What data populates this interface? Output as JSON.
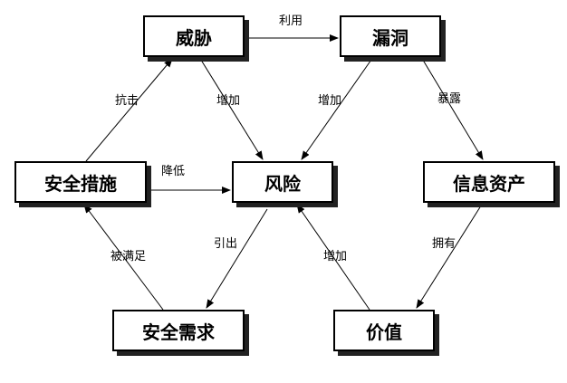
{
  "nodes": {
    "threat": "威胁",
    "vulnerability": "漏洞",
    "measures": "安全措施",
    "risk": "风险",
    "asset": "信息资产",
    "need": "安全需求",
    "value": "价值"
  },
  "edges": {
    "exploit": "利用",
    "counter": "抗击",
    "increase_threat_risk": "增加",
    "increase_vuln_risk": "增加",
    "expose": "暴露",
    "reduce": "降低",
    "satisfied": "被满足",
    "derive": "引出",
    "increase_value_risk": "增加",
    "own": "拥有"
  }
}
